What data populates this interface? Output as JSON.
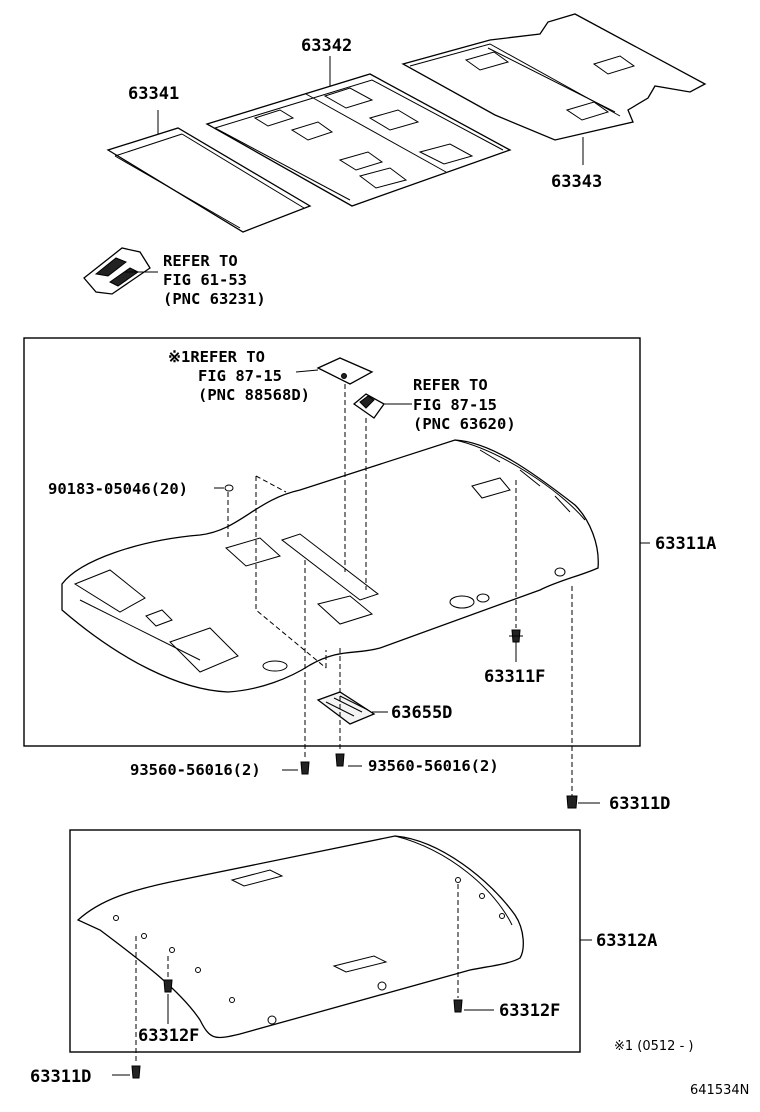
{
  "labels": {
    "p63341": "63341",
    "p63342": "63342",
    "p63343": "63343",
    "refer_a_1": "REFER TO",
    "refer_a_2": "FIG 61-53",
    "refer_a_3": "(PNC 63231)",
    "refer_b_1": "※1REFER TO",
    "refer_b_2": "FIG 87-15",
    "refer_b_3": "(PNC 88568D)",
    "refer_c_1": "REFER TO",
    "refer_c_2": "FIG 87-15",
    "refer_c_3": "(PNC 63620)",
    "p90183": "90183-05046(20)",
    "p63311A": "63311A",
    "p63311F": "63311F",
    "p63655D": "63655D",
    "p93560_left": "93560-56016(2)",
    "p93560_right": "93560-56016(2)",
    "p63311D_top": "63311D",
    "p63312A": "63312A",
    "p63312F_right": "63312F",
    "p63312F_left": "63312F",
    "p63311D_bottom": "63311D",
    "note": "※1 (0512 -        )",
    "diagram_id": "641534N"
  }
}
